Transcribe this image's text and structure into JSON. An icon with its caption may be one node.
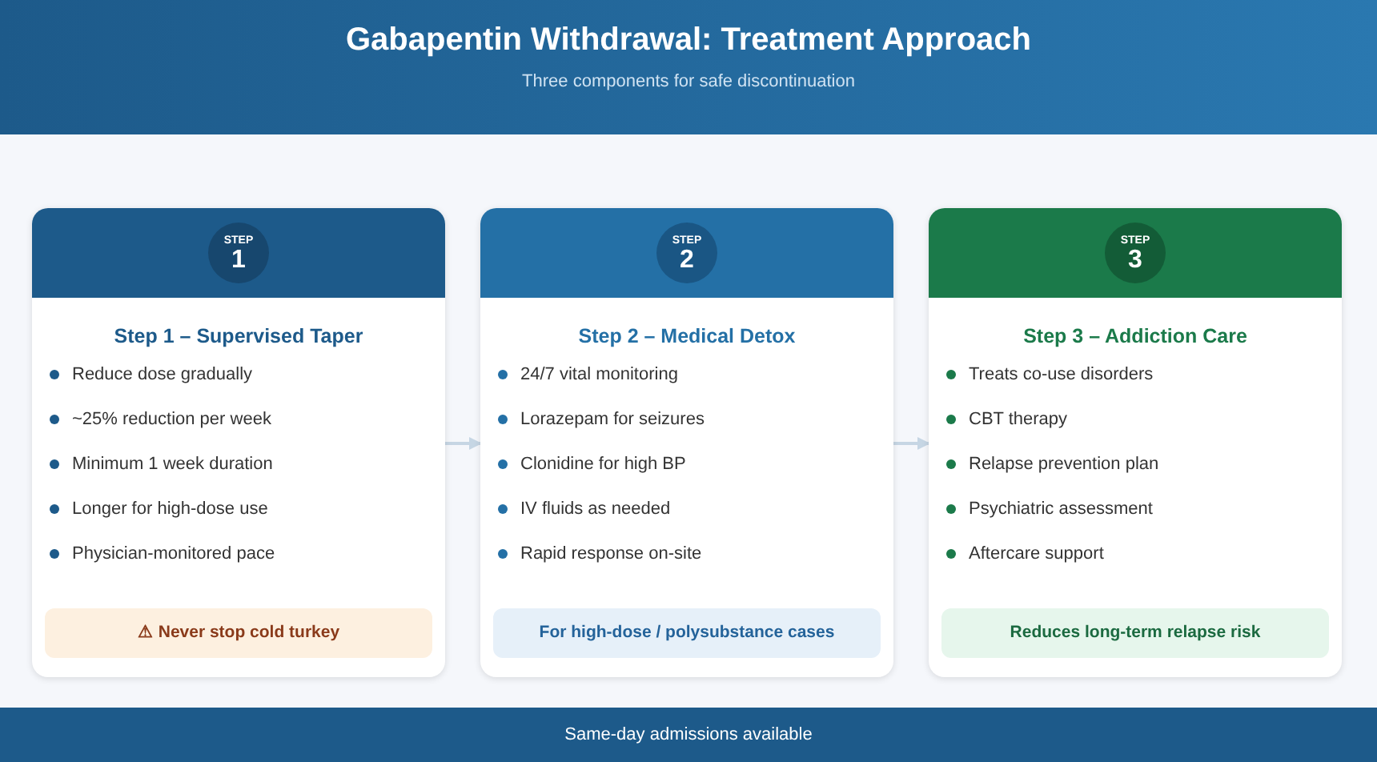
{
  "diagram": {
    "title": "Gabapentin Withdrawal: Treatment Approach",
    "caption": "Three components for safe discontinuation",
    "nodes": [
      {
        "text": [
          "Step 1 – Supervised Taper",
          "Reduce dose gradually",
          "~25% reduction per week",
          "Minimum 1 week duration",
          "Longer for high-dose use",
          "Physician-monitored pace"
        ]
      },
      {
        "text": [
          "STEP",
          "1"
        ],
        "in": 0
      },
      {
        "text": [
          "⚠ Never stop cold turkey"
        ],
        "in": 0
      },
      {
        "text": [
          "Step 2 – Medical Detox",
          "24/7 vital monitoring",
          "Lorazepam for seizures",
          "Clonidine for high BP",
          "IV fluids as needed",
          "Rapid response on-site"
        ]
      },
      {
        "text": [
          "STEP",
          "2"
        ],
        "in": 3
      },
      {
        "text": [
          "For high-dose / polysubstance cases"
        ],
        "in": 3
      },
      {
        "text": [
          "Step 3 – Addiction Care",
          "Treats co-use disorders",
          "CBT therapy",
          "Relapse prevention plan",
          "Psychiatric assessment",
          "Aftercare support"
        ]
      },
      {
        "text": [
          "STEP",
          "3"
        ],
        "in": 6
      },
      {
        "text": [
          "Reduces long-term relapse risk"
        ],
        "in": 6
      }
    ],
    "edges": [
      {
        "from": 0,
        "to": 3,
        "arrow": "to"
      },
      {
        "from": 3,
        "to": 6,
        "arrow": "to"
      }
    ],
    "labels": [
      "Same-day admissions available"
    ]
  }
}
